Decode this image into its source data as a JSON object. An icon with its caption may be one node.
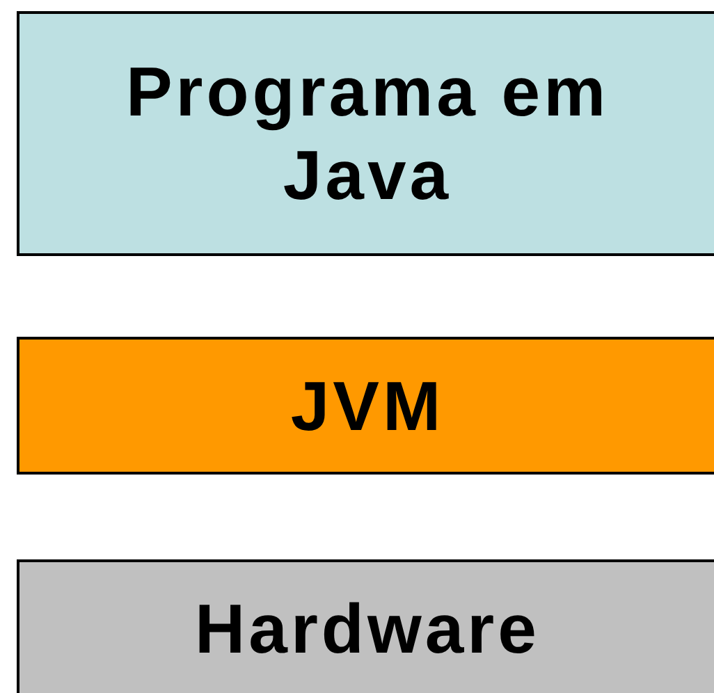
{
  "diagram": {
    "nodes": [
      {
        "text": [
          "Programa em Java"
        ]
      },
      {
        "text": [
          "JVM"
        ]
      },
      {
        "text": [
          "Hardware"
        ]
      }
    ]
  }
}
